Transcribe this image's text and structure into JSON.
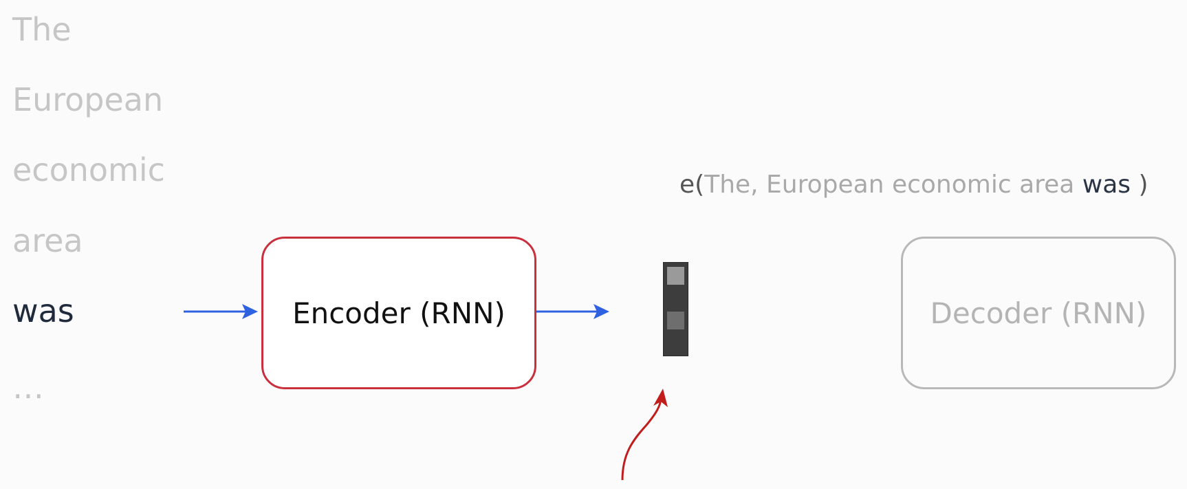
{
  "input_words": [
    {
      "text": "The",
      "active": false
    },
    {
      "text": "European",
      "active": false
    },
    {
      "text": "economic",
      "active": false
    },
    {
      "text": "area",
      "active": false
    },
    {
      "text": "was",
      "active": true
    },
    {
      "text": "…",
      "active": false
    }
  ],
  "encoder": {
    "label": "Encoder (RNN)",
    "border_color": "#c92f3d"
  },
  "decoder": {
    "label": "Decoder (RNN)",
    "border_color": "#b8b8b8"
  },
  "formula": {
    "func": "e(",
    "faded": "The, European economic area",
    "current": " was",
    "close": " )"
  },
  "colors": {
    "arrow_blue": "#2f62e0",
    "arrow_red": "#c21d1d"
  }
}
